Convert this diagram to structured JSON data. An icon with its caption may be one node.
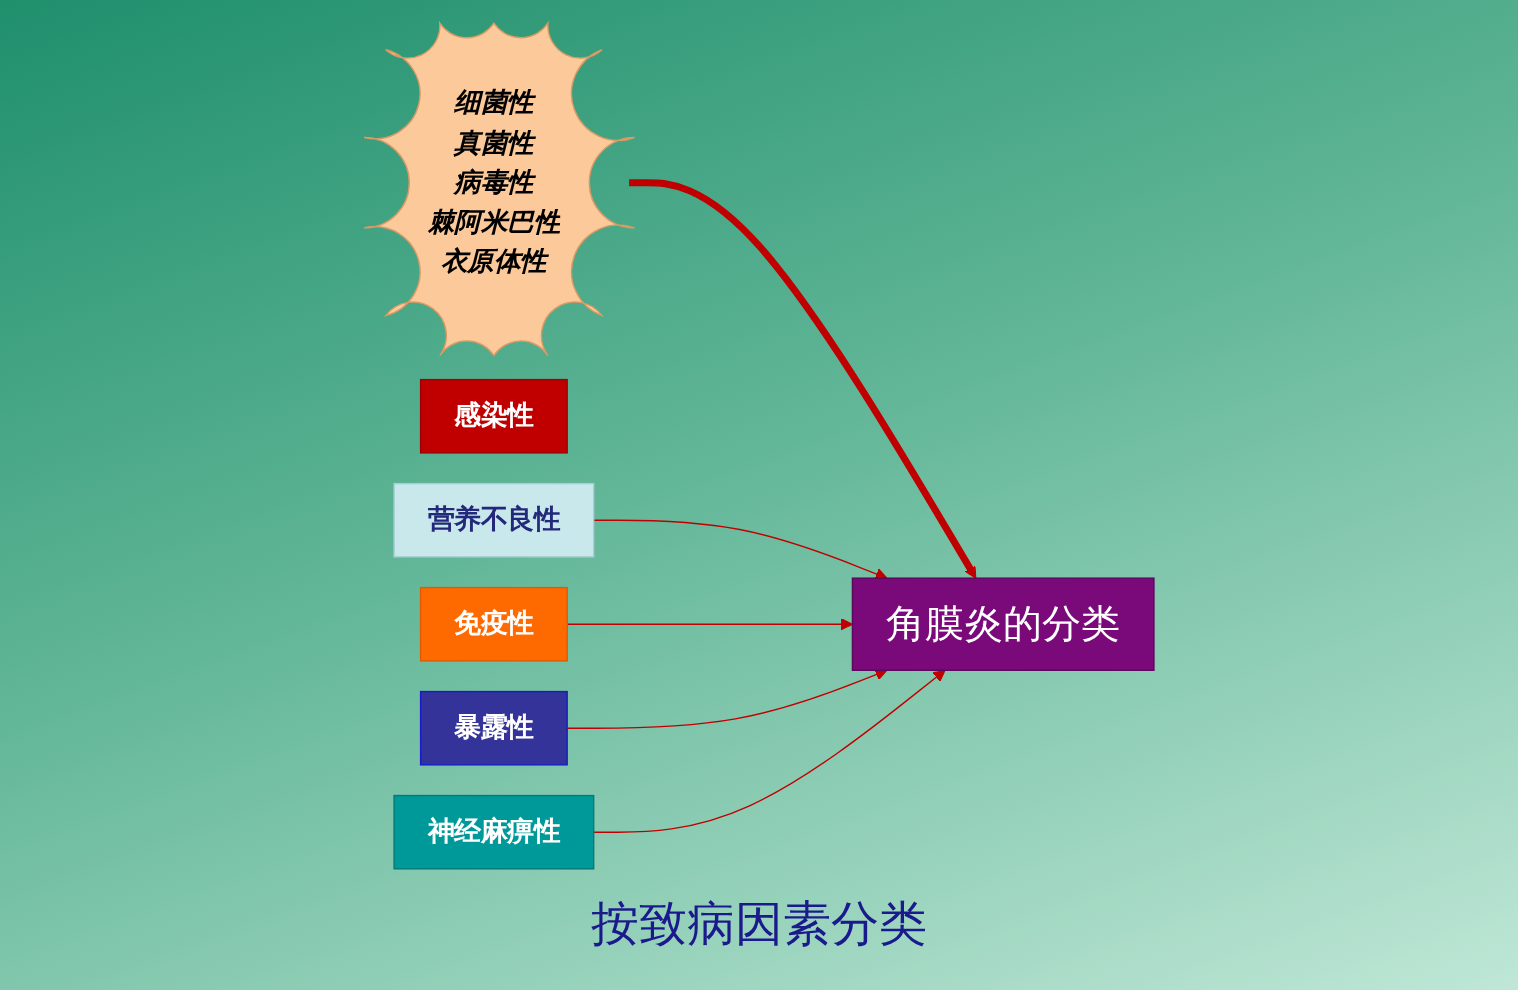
{
  "diagram": {
    "caption": "按致病因素分类",
    "nodes": [
      {
        "text": [
          "细菌性",
          "真菌性",
          "病毒性",
          "棘阿米巴性",
          "衣原体性"
        ]
      },
      {
        "text": [
          "感染性"
        ]
      },
      {
        "text": [
          "营养不良性"
        ]
      },
      {
        "text": [
          "角膜炎的分类"
        ]
      },
      {
        "text": [
          "免疫性"
        ]
      },
      {
        "text": [
          "暴露性"
        ]
      },
      {
        "text": [
          "神经麻痹性"
        ]
      }
    ],
    "edges": [
      {
        "from": 0,
        "to": 3,
        "arrow": "to",
        "style": "thick"
      },
      {
        "from": 2,
        "to": 3,
        "arrow": "to"
      },
      {
        "from": 4,
        "to": 3,
        "arrow": "to"
      },
      {
        "from": 5,
        "to": 3,
        "arrow": "to"
      },
      {
        "from": 6,
        "to": 3,
        "arrow": "to"
      }
    ]
  }
}
